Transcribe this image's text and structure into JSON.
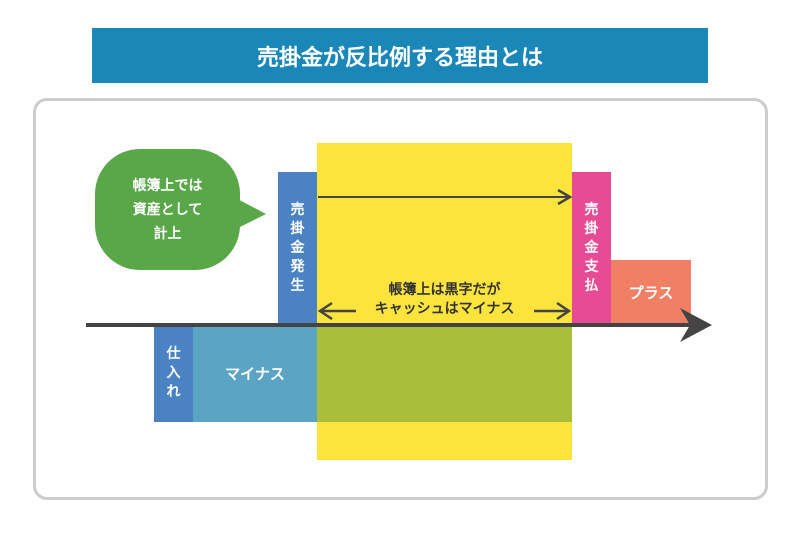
{
  "title": "売掛金が反比例する理由とは",
  "bubble": {
    "lines": [
      "帳簿上では",
      "資産として",
      "計上"
    ]
  },
  "bars": {
    "sales_occur": [
      "売",
      "掛",
      "金",
      "発",
      "生"
    ],
    "sales_paid": [
      "売",
      "掛",
      "金",
      "支",
      "払"
    ],
    "purchase": [
      "仕",
      "入",
      "れ"
    ],
    "minus": "マイナス",
    "plus": "プラス"
  },
  "middle": {
    "line1": "帳簿上は黒字だが",
    "line2": "キャッシュはマイナス"
  },
  "colors": {
    "title": "#1a87b8",
    "yellow": "#fde43c",
    "blue": "#4a82c3",
    "pink": "#e84b95",
    "orange": "#f08065",
    "lightblue": "#5ba4c4",
    "olive": "#a9bf3b",
    "green": "#5aa74a"
  }
}
